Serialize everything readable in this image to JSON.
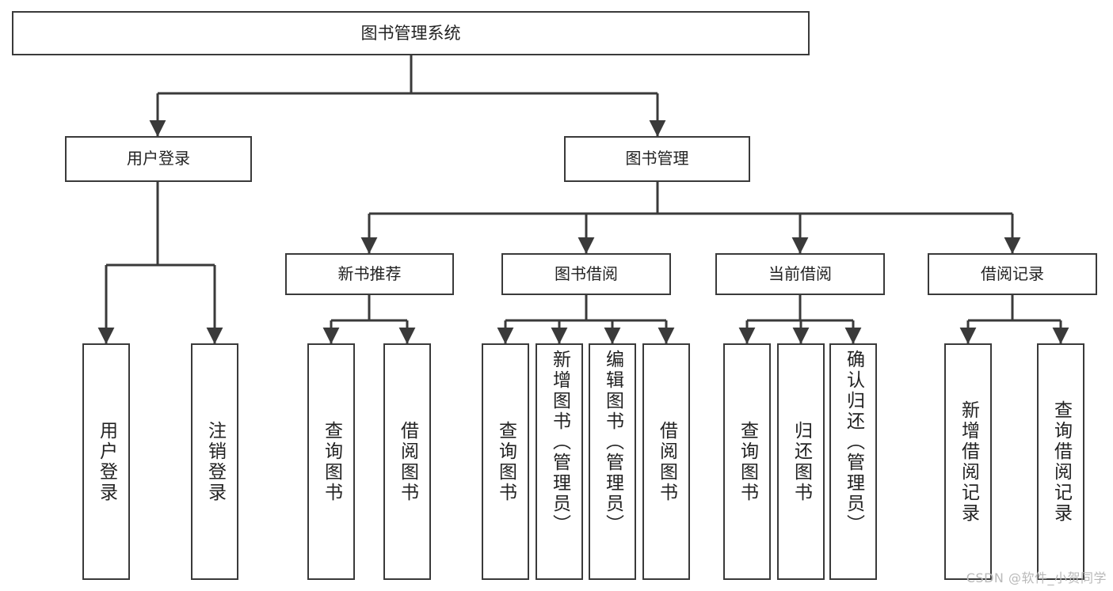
{
  "diagram": {
    "title": "图书管理系统",
    "type": "tree",
    "root": {
      "id": "root",
      "label": "图书管理系统"
    },
    "level2": [
      {
        "id": "user-login",
        "label": "用户登录"
      },
      {
        "id": "book-manage",
        "label": "图书管理"
      }
    ],
    "level3": [
      {
        "id": "new-book-rec",
        "label": "新书推荐"
      },
      {
        "id": "book-borrow",
        "label": "图书借阅"
      },
      {
        "id": "current-borrow",
        "label": "当前借阅"
      },
      {
        "id": "borrow-record",
        "label": "借阅记录"
      }
    ],
    "leaves": [
      {
        "id": "leaf-user-login",
        "label": "用户登录",
        "parent": "user-login"
      },
      {
        "id": "leaf-logout",
        "label": "注销登录",
        "parent": "user-login"
      },
      {
        "id": "leaf-query-book-1",
        "label": "查询图书",
        "parent": "new-book-rec"
      },
      {
        "id": "leaf-borrow-book-1",
        "label": "借阅图书",
        "parent": "new-book-rec"
      },
      {
        "id": "leaf-query-book-2",
        "label": "查询图书",
        "parent": "book-borrow"
      },
      {
        "id": "leaf-add-book",
        "label": "新增图书（管理员）",
        "parent": "book-borrow"
      },
      {
        "id": "leaf-edit-book",
        "label": "编辑图书（管理员）",
        "parent": "book-borrow"
      },
      {
        "id": "leaf-borrow-book-2",
        "label": "借阅图书",
        "parent": "book-borrow"
      },
      {
        "id": "leaf-query-book-3",
        "label": "查询图书",
        "parent": "current-borrow"
      },
      {
        "id": "leaf-return-book",
        "label": "归还图书",
        "parent": "current-borrow"
      },
      {
        "id": "leaf-confirm-return",
        "label": "确认归还（管理员）",
        "parent": "current-borrow"
      },
      {
        "id": "leaf-add-record",
        "label": "新增借阅记录",
        "parent": "borrow-record"
      },
      {
        "id": "leaf-query-record",
        "label": "查询借阅记录",
        "parent": "borrow-record"
      }
    ]
  },
  "watermark": {
    "text": "CSDN @软件_小贺同学"
  },
  "colors": {
    "stroke": "#3a3a3a",
    "background": "#ffffff",
    "text": "#222222",
    "watermark": "#b9b9b9"
  }
}
